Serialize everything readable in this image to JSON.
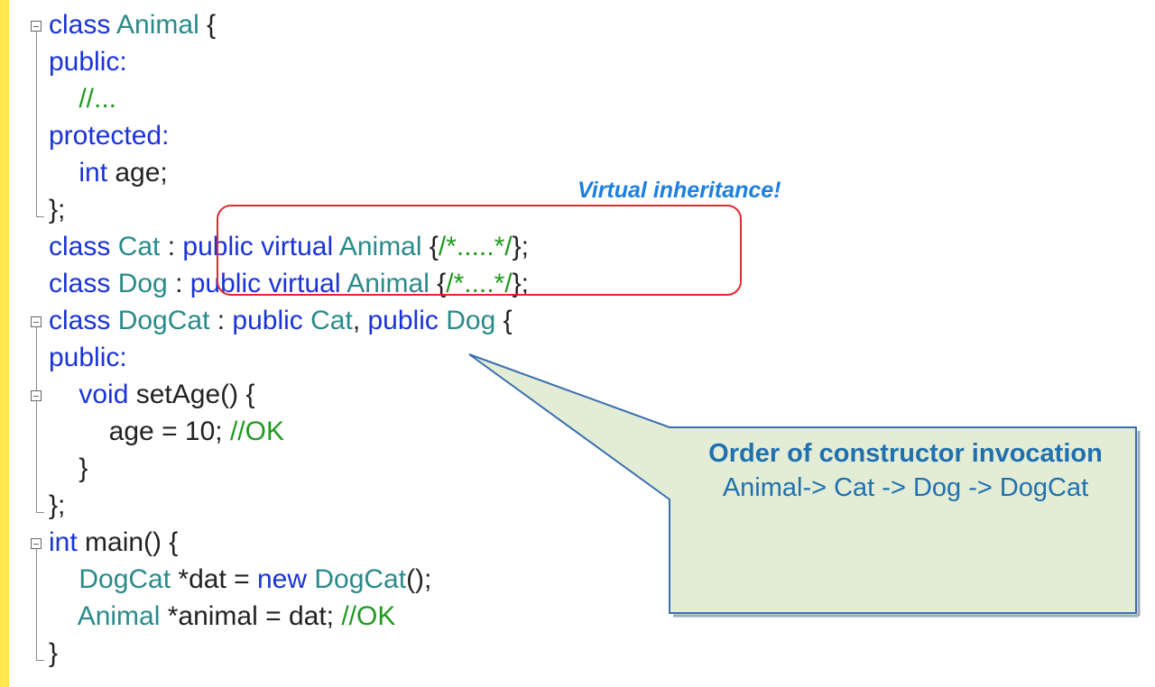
{
  "code": {
    "lines": [
      {
        "tokens": [
          {
            "t": "class ",
            "c": "kw"
          },
          {
            "t": "Animal",
            "c": "ty"
          },
          {
            "t": " {",
            "c": ""
          }
        ]
      },
      {
        "tokens": [
          {
            "t": "public:",
            "c": "kw"
          }
        ]
      },
      {
        "tokens": [
          {
            "t": "    //...",
            "c": "cm"
          }
        ]
      },
      {
        "tokens": [
          {
            "t": "protected:",
            "c": "kw"
          }
        ]
      },
      {
        "tokens": [
          {
            "t": "    ",
            "c": ""
          },
          {
            "t": "int",
            "c": "kw"
          },
          {
            "t": " age;",
            "c": ""
          }
        ]
      },
      {
        "tokens": [
          {
            "t": "};",
            "c": ""
          }
        ]
      },
      {
        "tokens": [
          {
            "t": "class ",
            "c": "kw"
          },
          {
            "t": "Cat",
            "c": "ty"
          },
          {
            "t": " : ",
            "c": ""
          },
          {
            "t": "public virtual ",
            "c": "kw"
          },
          {
            "t": "Animal",
            "c": "ty"
          },
          {
            "t": " {",
            "c": ""
          },
          {
            "t": "/*.....*/",
            "c": "cm"
          },
          {
            "t": "};",
            "c": ""
          }
        ]
      },
      {
        "tokens": [
          {
            "t": "class ",
            "c": "kw"
          },
          {
            "t": "Dog",
            "c": "ty"
          },
          {
            "t": " : ",
            "c": ""
          },
          {
            "t": "public virtual ",
            "c": "kw"
          },
          {
            "t": "Animal",
            "c": "ty"
          },
          {
            "t": " {",
            "c": ""
          },
          {
            "t": "/*....*/",
            "c": "cm"
          },
          {
            "t": "};",
            "c": ""
          }
        ]
      },
      {
        "tokens": [
          {
            "t": "class ",
            "c": "kw"
          },
          {
            "t": "DogCat",
            "c": "ty"
          },
          {
            "t": " : ",
            "c": ""
          },
          {
            "t": "public ",
            "c": "kw"
          },
          {
            "t": "Cat",
            "c": "ty"
          },
          {
            "t": ", ",
            "c": ""
          },
          {
            "t": "public ",
            "c": "kw"
          },
          {
            "t": "Dog",
            "c": "ty"
          },
          {
            "t": " {",
            "c": ""
          }
        ]
      },
      {
        "tokens": [
          {
            "t": "public:",
            "c": "kw"
          }
        ]
      },
      {
        "tokens": [
          {
            "t": "    ",
            "c": ""
          },
          {
            "t": "void",
            "c": "kw"
          },
          {
            "t": " setAge() {",
            "c": ""
          }
        ]
      },
      {
        "tokens": [
          {
            "t": "        age = 10; ",
            "c": ""
          },
          {
            "t": "//OK",
            "c": "cm"
          }
        ]
      },
      {
        "tokens": [
          {
            "t": "    }",
            "c": ""
          }
        ]
      },
      {
        "tokens": [
          {
            "t": "};",
            "c": ""
          }
        ]
      },
      {
        "tokens": [
          {
            "t": "int",
            "c": "kw"
          },
          {
            "t": " main() {",
            "c": ""
          }
        ]
      },
      {
        "tokens": [
          {
            "t": "    ",
            "c": ""
          },
          {
            "t": "DogCat",
            "c": "ty"
          },
          {
            "t": " *dat = ",
            "c": ""
          },
          {
            "t": "new ",
            "c": "kw"
          },
          {
            "t": "DogCat",
            "c": "ty"
          },
          {
            "t": "();",
            "c": ""
          }
        ]
      },
      {
        "tokens": [
          {
            "t": "    ",
            "c": ""
          },
          {
            "t": "Animal",
            "c": "ty"
          },
          {
            "t": " *animal = dat; ",
            "c": ""
          },
          {
            "t": "//OK",
            "c": "cm"
          }
        ]
      },
      {
        "tokens": [
          {
            "t": "}",
            "c": ""
          }
        ]
      }
    ]
  },
  "annotation": {
    "label": "Virtual inheritance!"
  },
  "callout": {
    "title": "Order of constructor invocation",
    "body": "Animal-> Cat -> Dog -> DogCat"
  },
  "colors": {
    "keyword": "#1a33d9",
    "type": "#2a8a8a",
    "comment": "#1f9a1f",
    "highlight_box": "#e0282e",
    "annotation": "#1d7fe0",
    "callout_fill": "#e3edd5",
    "callout_text": "#2070b0",
    "change_bar": "#ffe84d"
  }
}
